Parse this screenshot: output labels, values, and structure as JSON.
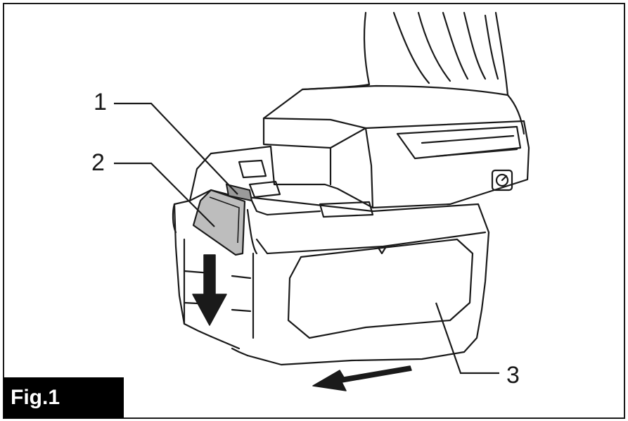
{
  "figure": {
    "label": "Fig.1",
    "callouts": [
      {
        "id": "1",
        "text": "1"
      },
      {
        "id": "2",
        "text": "2"
      },
      {
        "id": "3",
        "text": "3"
      }
    ]
  },
  "colors": {
    "line": "#1a1a1a",
    "button_fill": "#bdbdbd",
    "label_bg": "#000000",
    "label_text": "#ffffff"
  }
}
